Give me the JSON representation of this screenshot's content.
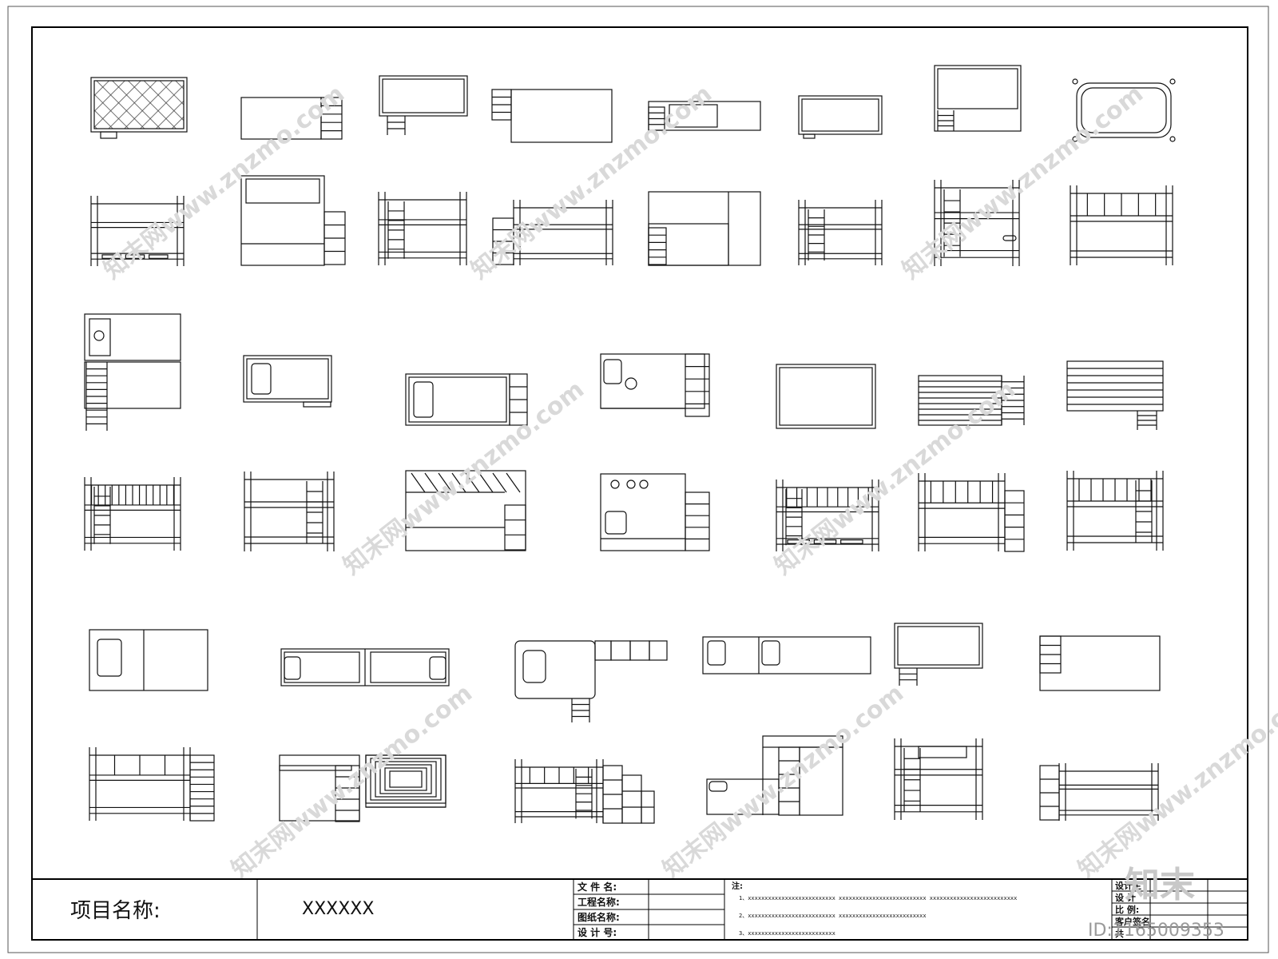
{
  "title_block": {
    "project_label": "项目名称:",
    "project_value": "XXXXXX",
    "file_name_label": "文 件 名:",
    "project_name_label": "工程名称:",
    "drawing_name_label": "图纸名称:",
    "design_no_label": "设 计 号:",
    "notes_label": "注:",
    "note_1": "1、xxxxxxxxxxxxxxxxxxxxxxxxxx xxxxxxxxxxxxxxxxxxxxxxxxxx xxxxxxxxxxxxxxxxxxxxxxxxxx",
    "note_2": "2、xxxxxxxxxxxxxxxxxxxxxxxxxx xxxxxxxxxxxxxxxxxxxxxxxxxx",
    "note_3": "3、xxxxxxxxxxxxxxxxxxxxxxxxxx",
    "design_lead_label": "设计主",
    "designer_label": "设 计",
    "scale_label": "比 例:",
    "client_label": "客户签名",
    "total_label": "共"
  },
  "watermark": {
    "site_text": "知末网www.znzmo.com",
    "logo_text": "知末",
    "id_text": "ID:1165009353"
  },
  "icons": [
    "bunk-bed-elevation-icon",
    "bed-plan-icon",
    "ladder-icon",
    "pillow-icon"
  ]
}
